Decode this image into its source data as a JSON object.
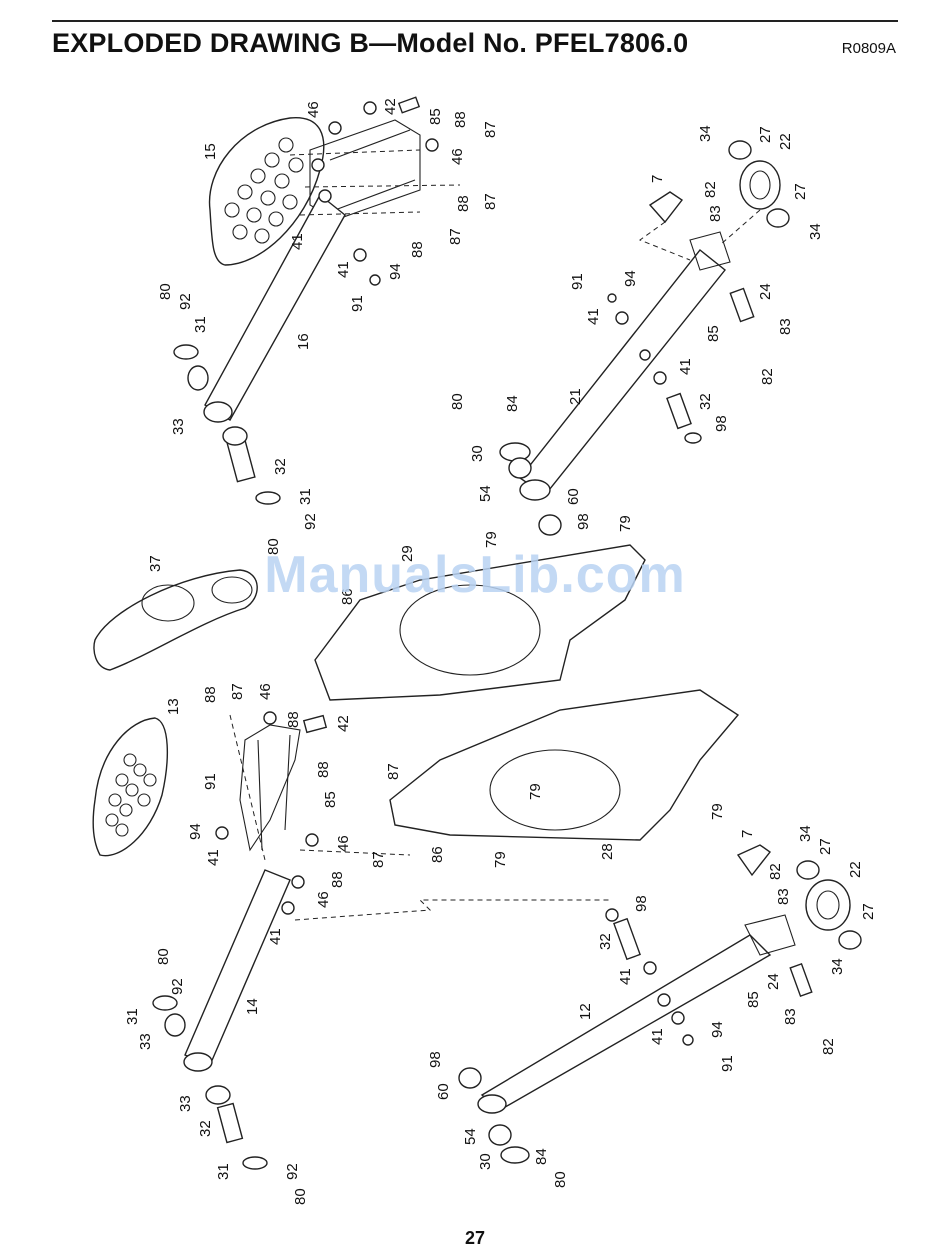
{
  "header": {
    "title": "EXPLODED DRAWING B—Model No. PFEL7806.0",
    "code": "R0809A"
  },
  "footer": {
    "page_number": "27"
  },
  "watermark": "ManualsLib.com",
  "callouts": {
    "upper_left_arm": [
      "15",
      "46",
      "42",
      "85",
      "88",
      "87",
      "46",
      "88",
      "87",
      "41",
      "88",
      "87",
      "41",
      "94",
      "91",
      "16",
      "80",
      "92",
      "31",
      "33",
      "32",
      "31",
      "92",
      "80"
    ],
    "upper_right_arm": [
      "34",
      "27",
      "22",
      "27",
      "34",
      "7",
      "82",
      "83",
      "91",
      "94",
      "41",
      "85",
      "24",
      "83",
      "82",
      "41",
      "21",
      "80",
      "84",
      "30",
      "54",
      "60",
      "98",
      "32",
      "98",
      "79",
      "79"
    ],
    "shrouds": [
      "37",
      "29",
      "86",
      "13",
      "28",
      "86",
      "79",
      "79",
      "79"
    ],
    "lower_left_arm": [
      "88",
      "87",
      "46",
      "88",
      "42",
      "87",
      "88",
      "85",
      "91",
      "94",
      "41",
      "46",
      "88",
      "87",
      "46",
      "41",
      "14",
      "80",
      "92",
      "31",
      "33",
      "33",
      "32",
      "31",
      "92",
      "80"
    ],
    "lower_right_arm": [
      "7",
      "34",
      "27",
      "82",
      "83",
      "22",
      "27",
      "34",
      "98",
      "32",
      "41",
      "24",
      "85",
      "83",
      "82",
      "12",
      "41",
      "94",
      "91",
      "98",
      "60",
      "54",
      "30",
      "84",
      "80"
    ]
  }
}
